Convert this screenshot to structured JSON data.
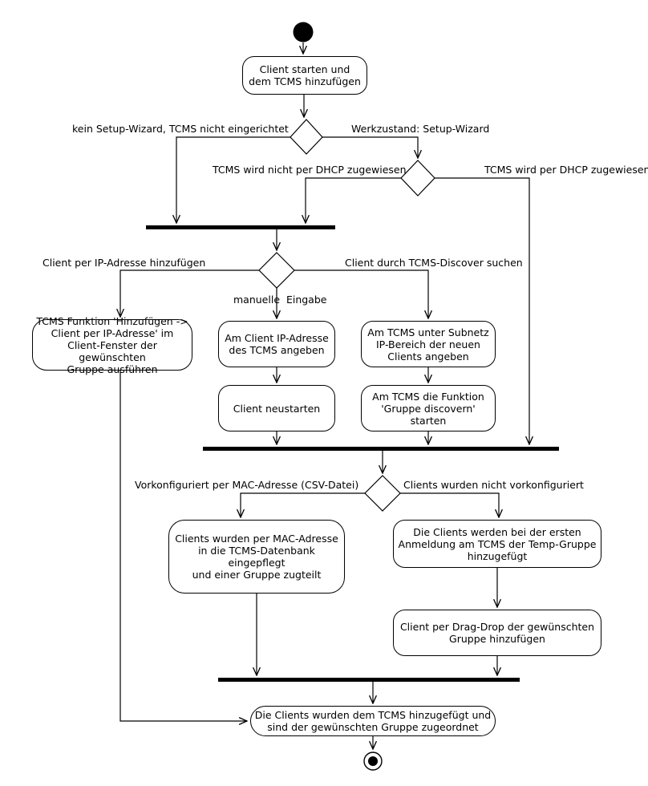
{
  "nodes": {
    "client_start": {
      "label": "Client starten und\ndem TCMS hinzufügen"
    },
    "add_by_ip": {
      "label": "TCMS Funktion 'Hinzufügen ->\nClient per IP-Adresse' im\nClient-Fenster der gewünschten\nGruppe ausführen"
    },
    "ip_entry": {
      "label": "Am Client IP-Adresse\ndes TCMS angeben"
    },
    "restart": {
      "label": "Client neustarten"
    },
    "subnet": {
      "label": "Am TCMS unter Subnetz\nIP-Bereich der neuen\nClients angeben"
    },
    "discover": {
      "label": "Am TCMS die Funktion\n'Gruppe discovern'\nstarten"
    },
    "mac_db": {
      "label": "Clients wurden per MAC-Adresse\nin die TCMS-Datenbank eingepflegt\nund einer Gruppe zugteilt"
    },
    "temp_group": {
      "label": "Die Clients werden bei der ersten\nAnmeldung am TCMS der Temp-Gruppe\nhinzugefügt"
    },
    "drag_drop": {
      "label": "Client per Drag-Drop der gewünschten\nGruppe hinzufügen"
    },
    "final": {
      "label": "Die Clients wurden dem TCMS hinzugefügt und\nsind der gewünschten Gruppe zugeordnet"
    }
  },
  "labels": {
    "no_wizard": "kein Setup-Wizard, TCMS nicht eingerichtet",
    "wizard": "Werkzustand: Setup-Wizard",
    "no_dhcp": "TCMS wird nicht per DHCP zugewiesen",
    "dhcp": "TCMS wird per DHCP zugewiesen",
    "by_ip": "Client per IP-Adresse hinzufügen",
    "by_discover": "Client durch TCMS-Discover suchen",
    "manual": "manuelle  Eingabe",
    "mac_csv": "Vorkonfiguriert per MAC-Adresse (CSV-Datei)",
    "not_preconf": "Clients wurden nicht vorkonfiguriert"
  },
  "colors": {
    "line": "#000000",
    "background": "#ffffff"
  }
}
